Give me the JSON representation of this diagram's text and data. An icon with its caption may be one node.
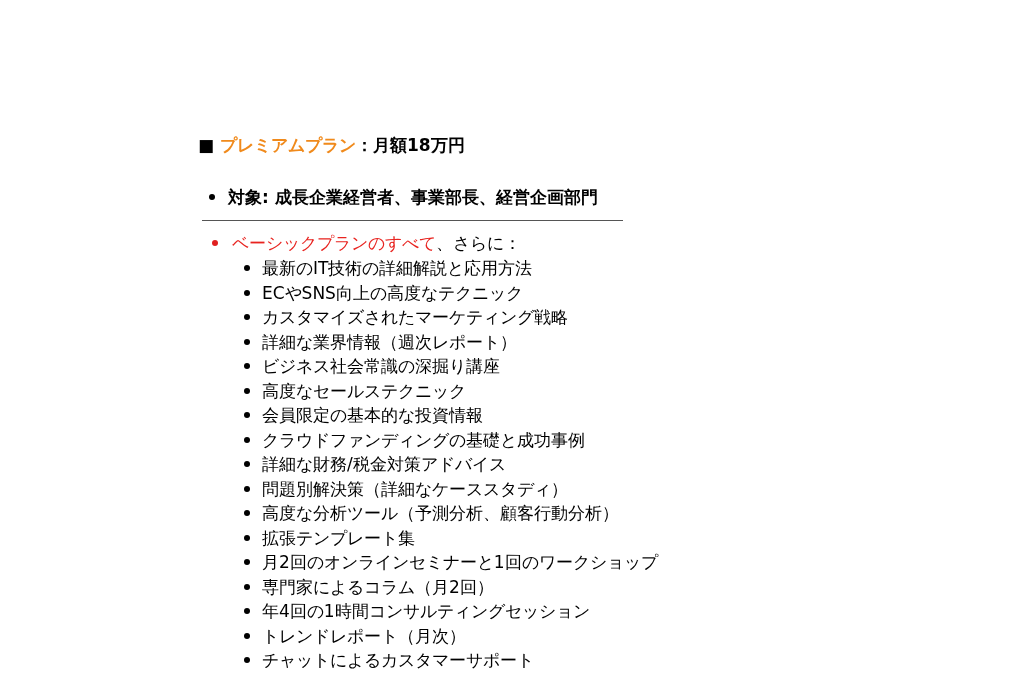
{
  "diagram": {
    "labels": [
      "■",
      "プレミアムプラン",
      "：月額18万円",
      "対象: 成長企業経営者、事業部長、経営企画部門",
      "ベーシックプランのすべて",
      "、さらに：",
      "最新のIT技術の詳細解説と応用方法",
      "ECやSNS向上の高度なテクニック",
      "カスタマイズされたマーケティング戦略",
      "詳細な業界情報（週次レポート）",
      "ビジネス社会常識の深掘り講座",
      "高度なセールステクニック",
      "会員限定の基本的な投資情報",
      "クラウドファンディングの基礎と成功事例",
      "詳細な財務/税金対策アドバイス",
      "問題別解決策（詳細なケーススタディ）",
      "高度な分析ツール（予測分析、顧客行動分析）",
      "拡張テンプレート集",
      "月2回のオンラインセミナーと1回のワークショップ",
      "専門家によるコラム（月2回）",
      "年4回の1時間コンサルティングセッション",
      "トレンドレポート（月次）",
      "チャットによるカスタマーサポート"
    ]
  }
}
